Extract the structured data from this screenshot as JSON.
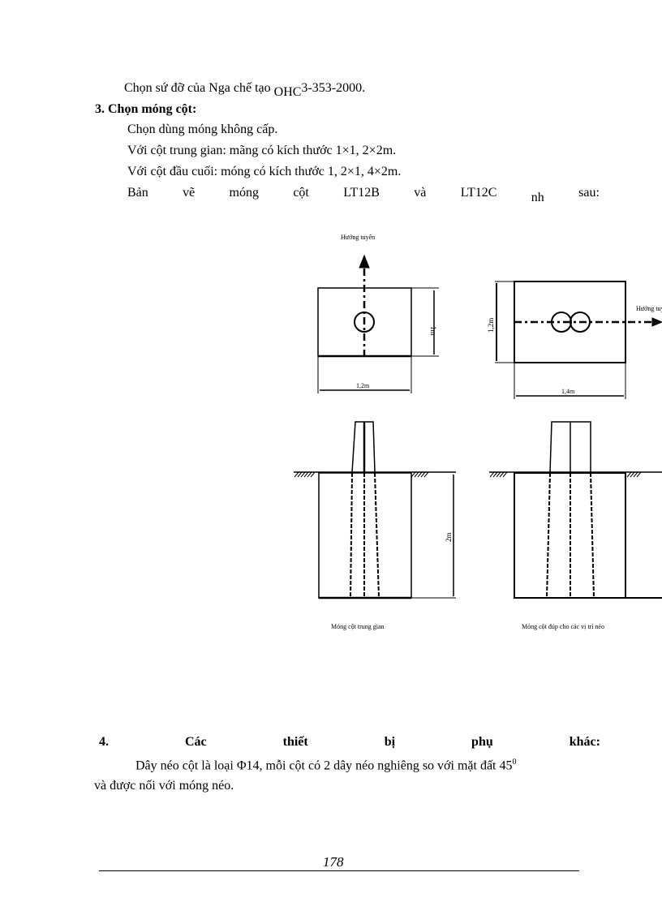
{
  "lines": {
    "l1_pre": "Chọn sứ đỡ của Nga chế tạo ",
    "l1_sub": "OHC",
    "l1_post": "3-353-2000.",
    "heading3": "3. Chọn móng cột:",
    "l2": "Chọn dùng móng không cấp.",
    "l3": "Với cột trung gian: mãng có kích thước 1×1, 2×2m.",
    "l4": "Với cột đầu cuối: móng có kích thước 1, 2×1, 4×2m.",
    "l5_words": [
      "Bản",
      "vẽ",
      "móng",
      "cột",
      "LT12B",
      "và",
      "LT12C",
      "nh",
      "sau:"
    ],
    "heading4_words": [
      "4.",
      "Các",
      "thiết",
      "bị",
      "phụ",
      "khác:"
    ],
    "l6_pre": "Dây néo cột là loại Φ14, mỗi cột có 2 dây néo nghiêng so với mặt đất 45",
    "l6_sup": "0",
    "l7": "và được nối với móng néo."
  },
  "diagram": {
    "direction_label_1": "Hướng tuyến",
    "direction_label_2": "Hướng tuyến",
    "dim_1m": "1m",
    "dim_12m_a": "1,2m",
    "dim_12m_b": "1,2m",
    "dim_14m": "1,4m",
    "dim_2m": "2m",
    "caption_1": "Móng cột trung gian",
    "caption_2": "Móng cột đúp cho các vị trí néo"
  },
  "footer": {
    "page_number": "178"
  }
}
